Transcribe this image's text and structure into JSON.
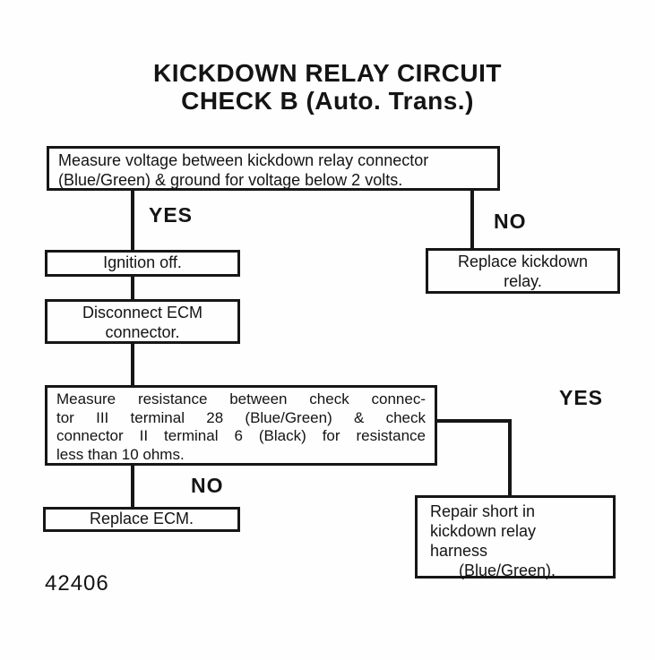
{
  "title": {
    "line1": "KICKDOWN RELAY CIRCUIT",
    "line2": "CHECK B (Auto. Trans.)"
  },
  "labels": {
    "yes_top": "YES",
    "no_top": "NO",
    "yes_right": "YES",
    "no_bottom": "NO"
  },
  "boxes": {
    "measure_voltage": {
      "lines": [
        "Measure voltage between kickdown relay connector",
        "(Blue/Green) & ground for voltage below 2 volts."
      ]
    },
    "ignition_off": {
      "text": "Ignition off."
    },
    "replace_kickdown_relay": {
      "lines": [
        "Replace kickdown",
        "relay."
      ]
    },
    "disconnect_ecm": {
      "lines": [
        "Disconnect ECM",
        "connector."
      ]
    },
    "measure_resistance": {
      "lines": [
        "Measure resistance between check connec-",
        "tor III terminal 28 (Blue/Green) & check",
        "connector II terminal 6 (Black) for resistance",
        "less than 10 ohms."
      ]
    },
    "replace_ecm": {
      "text": "Replace ECM."
    },
    "repair_short": {
      "lines": [
        "Repair short in",
        "kickdown relay",
        "harness",
        "(Blue/Green)."
      ]
    }
  },
  "figure_number": "42406",
  "colors": {
    "ink": "#161616",
    "background": "#fefefe"
  }
}
